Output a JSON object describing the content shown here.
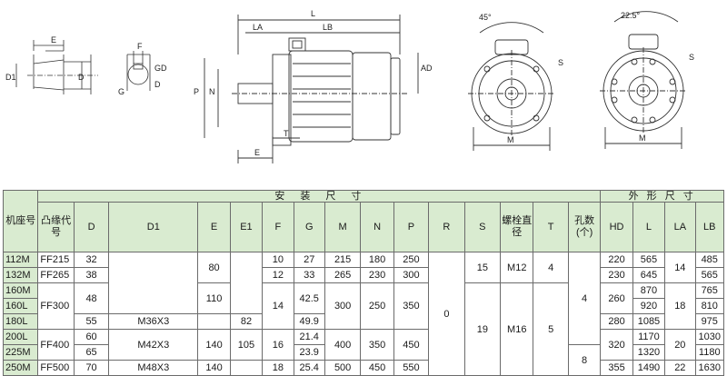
{
  "colors": {
    "header_bg": "#d9ebd0",
    "border": "#6b6b6b",
    "line": "#333333"
  },
  "drawings": {
    "shaft_detail": {
      "labels": {
        "e": "E",
        "d1": "D1",
        "d": "D"
      }
    },
    "key_detail": {
      "labels": {
        "f": "F",
        "gd": "GD",
        "g": "G",
        "d": "D"
      }
    },
    "side_view": {
      "labels": {
        "l": "L",
        "lb": "LB",
        "la": "LA",
        "ad": "AD",
        "p": "P",
        "n": "N",
        "e": "E",
        "t": "T"
      }
    },
    "flange_45": {
      "labels": {
        "angle": "45°",
        "s": "S",
        "m": "M"
      }
    },
    "flange_22": {
      "labels": {
        "angle": "22.5°",
        "s": "S",
        "m": "M"
      }
    }
  },
  "table": {
    "group_install": "安　装　尺　寸",
    "group_outline": "外 形 尺 寸",
    "headers": {
      "frame": "机座号",
      "flange": "凸缘代号",
      "d": "D",
      "d1": "D1",
      "e": "E",
      "e1": "E1",
      "f": "F",
      "g": "G",
      "m": "M",
      "n": "N",
      "p": "P",
      "r": "R",
      "s": "S",
      "bolt": "螺栓直径",
      "t": "T",
      "holes": "孔数(个)",
      "hd": "HD",
      "l": "L",
      "la": "LA",
      "lb": "LB"
    },
    "frames": [
      "112M",
      "132M",
      "160M",
      "160L",
      "180L",
      "200L",
      "225M",
      "250M"
    ],
    "flanges": {
      "ff215": "FF215",
      "ff265": "FF265",
      "ff300": "FF300",
      "ff400": "FF400",
      "ff500": "FF500"
    },
    "d": {
      "r1": "32",
      "r2": "38",
      "r34": "48",
      "r5": "55",
      "r6": "60",
      "r7": "65",
      "r8": "70"
    },
    "d1": {
      "r5": "M36X3",
      "r67": "M42X3",
      "r8": "M48X3"
    },
    "e": {
      "r12": "80",
      "r34": "110",
      "r67": "140",
      "r8": "140"
    },
    "e1": {
      "r5": "82",
      "r67": "105"
    },
    "f": {
      "r1": "10",
      "r2": "12",
      "r35": "14",
      "r67": "16",
      "r8": "18"
    },
    "g": {
      "r1": "27",
      "r2": "33",
      "r34": "42.5",
      "r5": "49.9",
      "r6": "21.4",
      "r7": "23.9",
      "r8": "25.4"
    },
    "m": {
      "r1": "215",
      "r2": "265",
      "r35": "300",
      "r67": "400",
      "r8": "500"
    },
    "n": {
      "r1": "180",
      "r2": "230",
      "r35": "250",
      "r67": "350",
      "r8": "450"
    },
    "p": {
      "r1": "250",
      "r2": "300",
      "r35": "350",
      "r67": "450",
      "r8": "550"
    },
    "r": {
      "all": "0"
    },
    "s": {
      "r12": "15",
      "r38": "19"
    },
    "bolt": {
      "r12": "M12",
      "r38": "M16"
    },
    "t": {
      "r12": "4",
      "r38": "5"
    },
    "holes": {
      "r16": "4",
      "r78": "8"
    },
    "hd": {
      "r1": "220",
      "r2": "230",
      "r4": "260",
      "r5": "280",
      "r6": "320",
      "r8": "355"
    },
    "l": {
      "r1": "565",
      "r2": "645",
      "r3": "870",
      "r4": "920",
      "r5": "1085",
      "r6": "1170",
      "r7": "1320",
      "r8": "1490"
    },
    "la": {
      "r12": "14",
      "r35": "18",
      "r67": "20",
      "r8": "22"
    },
    "lb": {
      "r1": "485",
      "r2": "565",
      "r3": "765",
      "r4": "810",
      "r5": "975",
      "r6": "1030",
      "r7": "1180",
      "r8": "1630"
    }
  }
}
